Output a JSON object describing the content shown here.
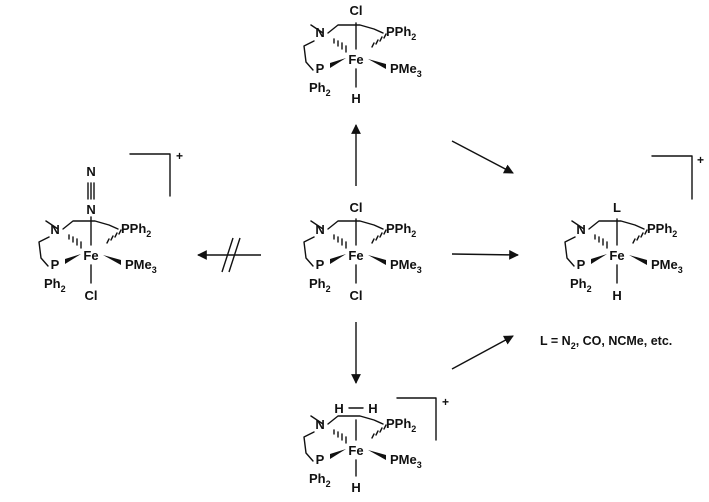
{
  "atoms": {
    "metal": "Fe",
    "nitrogen": "N",
    "phosphorus": "P",
    "hydrogen": "H",
    "chloride": "Cl",
    "ligand_L": "L"
  },
  "groups": {
    "pph2_main": "PPh",
    "pph2_sub": "2",
    "pme3_main": "PMe",
    "pme3_sub": "3",
    "ph2_main": "Ph",
    "ph2_sub": "2"
  },
  "charges": {
    "plus": "+"
  },
  "legend": {
    "text_a": "L = N",
    "text_sub": "2",
    "text_b": ", CO, NCMe, etc."
  }
}
